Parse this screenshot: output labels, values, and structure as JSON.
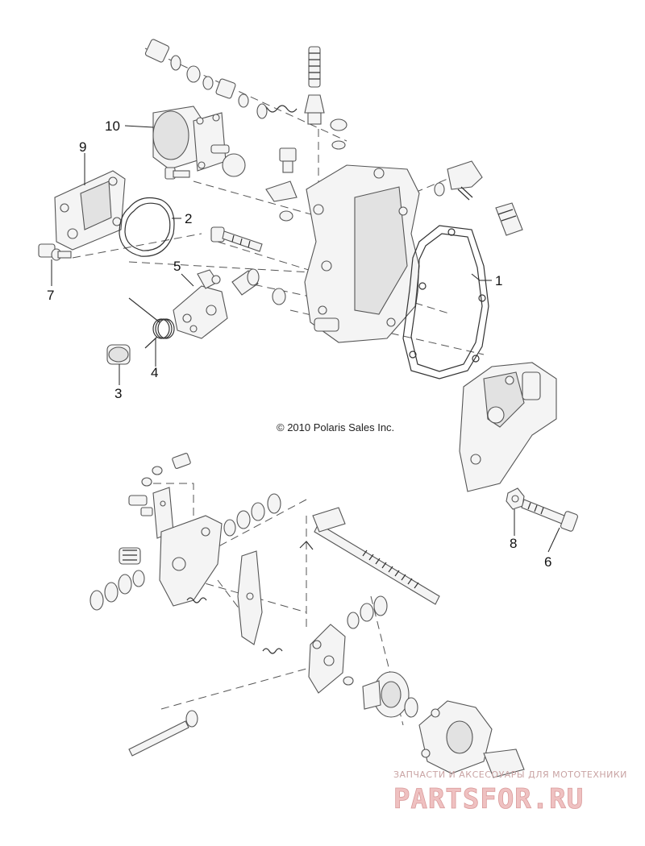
{
  "copyright": "© 2010 Polaris Sales Inc.",
  "watermark": {
    "tagline": "ЗАПЧАСТИ И АКСЕСОУАРЫ ДЛЯ МОТОТЕХНИКИ",
    "brand": "PARTSFOR.RU"
  },
  "callouts": [
    {
      "id": "1",
      "label": "1"
    },
    {
      "id": "2",
      "label": "2"
    },
    {
      "id": "3",
      "label": "3"
    },
    {
      "id": "4",
      "label": "4"
    },
    {
      "id": "5",
      "label": "5"
    },
    {
      "id": "6",
      "label": "6"
    },
    {
      "id": "7",
      "label": "7"
    },
    {
      "id": "8",
      "label": "8"
    },
    {
      "id": "9",
      "label": "9"
    },
    {
      "id": "10",
      "label": "10"
    }
  ]
}
